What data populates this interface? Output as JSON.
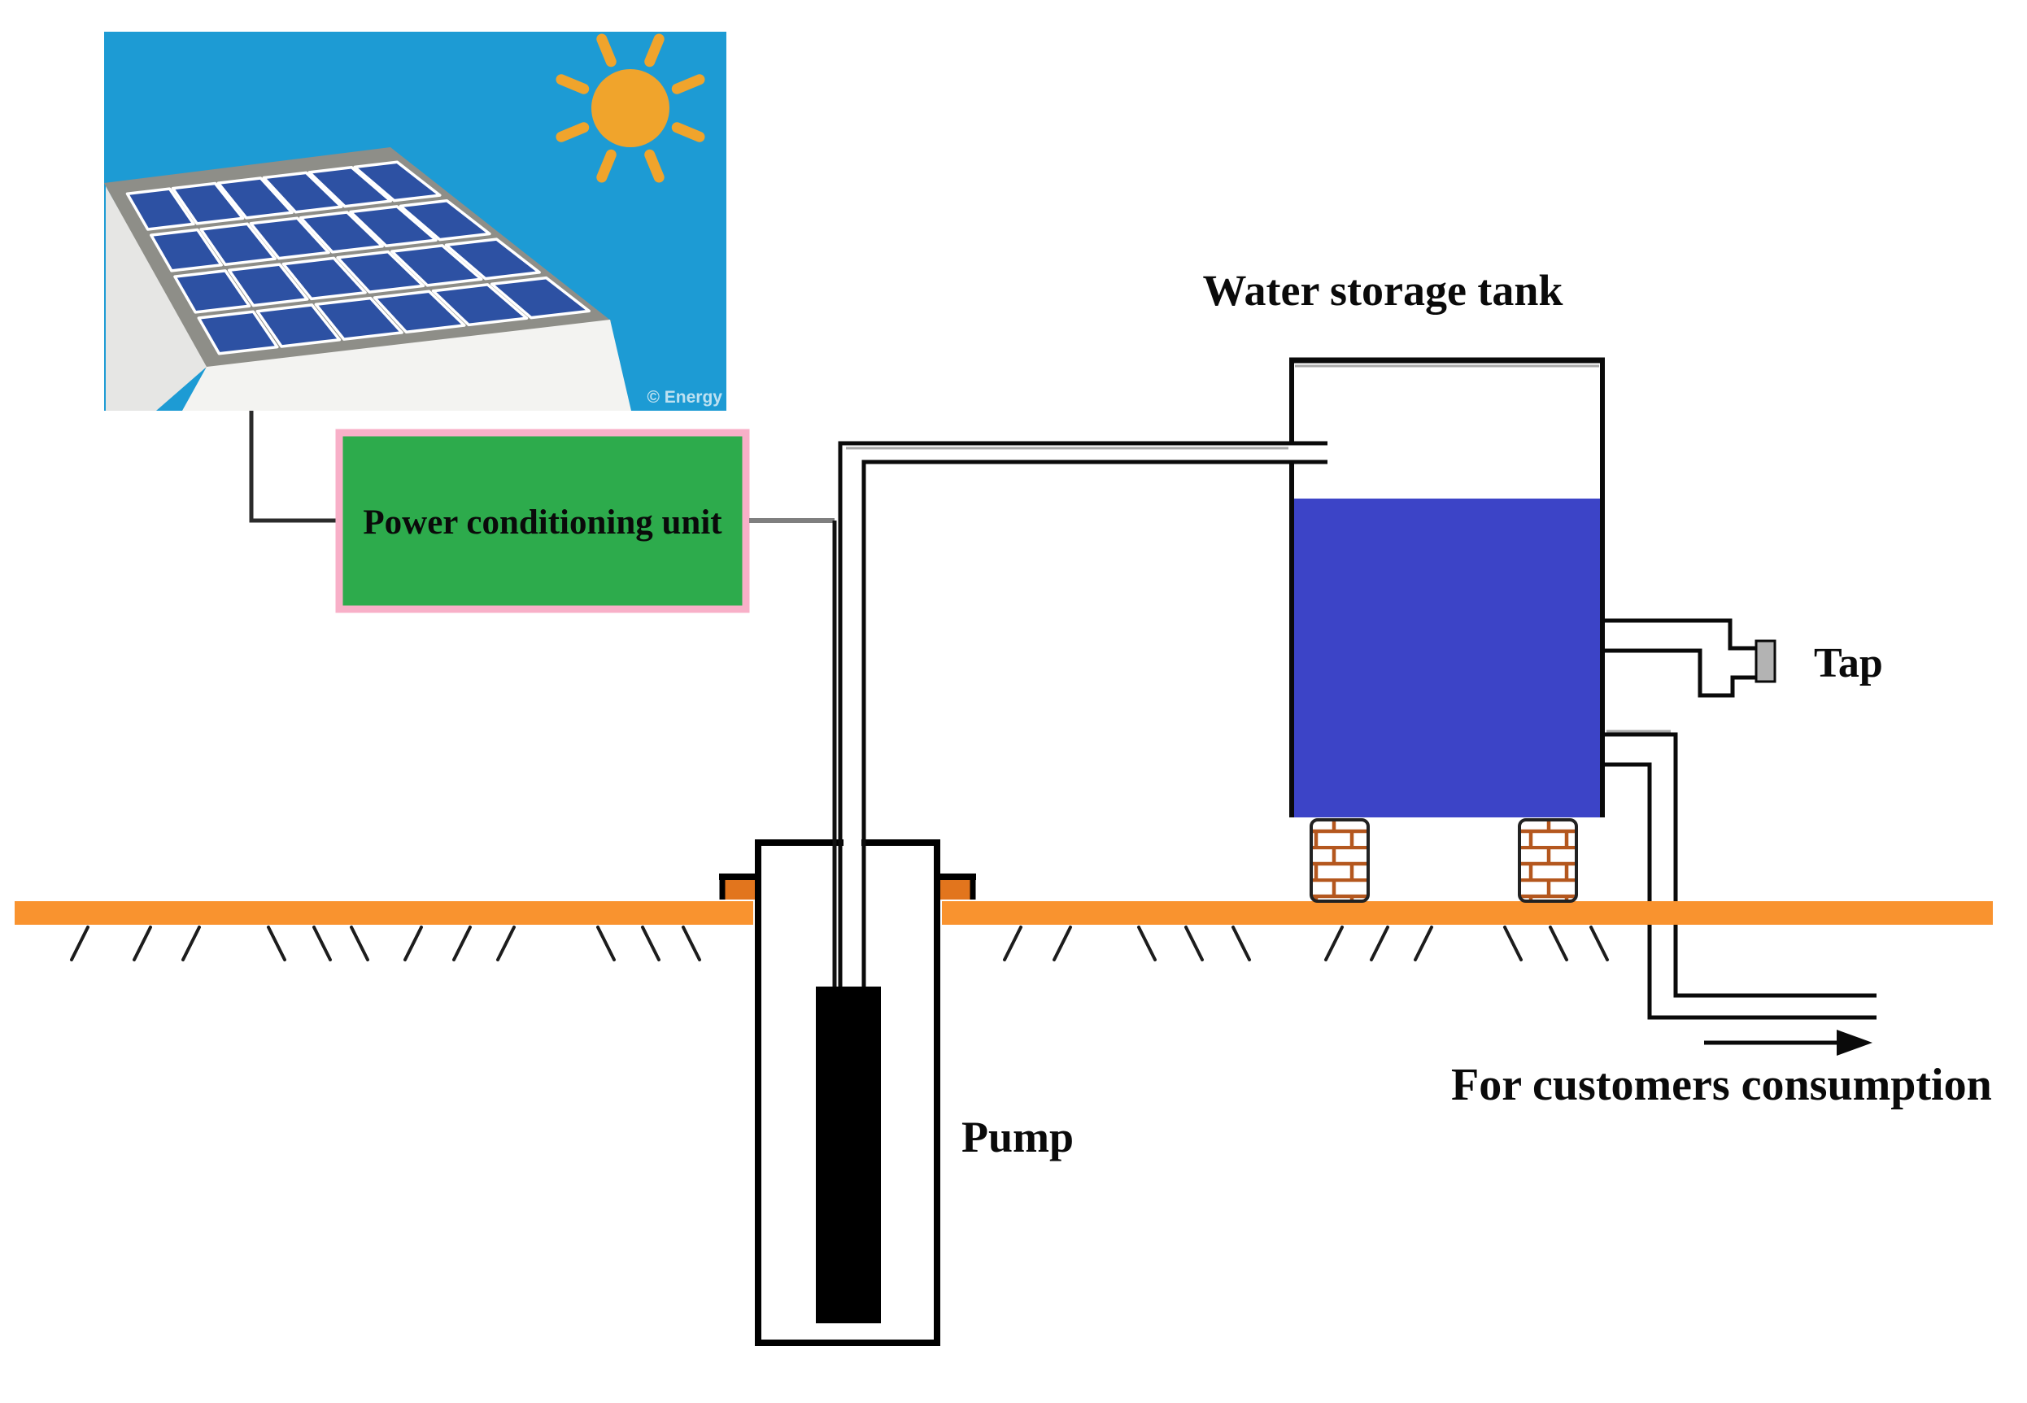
{
  "labels": {
    "water_tank": "Water storage tank",
    "tap": "Tap",
    "pump": "Pump",
    "consumption": "For customers consumption",
    "pcu": "Power conditioning unit",
    "watermark": "© Energy"
  },
  "colors": {
    "sky": "#1d9bd4",
    "sun": "#f0a42c",
    "panel_cell": "#2d51a3",
    "roof": "#8e8e88",
    "building_front": "#f3f3f1",
    "building_gable": "#e6e6e4",
    "water": "#3c44c7",
    "ground_band": "#f9932f",
    "ground_collar": "#e2751d",
    "pcu_fill": "#2dab4c",
    "pcu_border": "#f8b0c8",
    "pcu_text": "#8e1326",
    "brick_mortar": "#b4571e",
    "pump_fill": "#000000",
    "tap_head": "#b3b3b3",
    "wire_gray": "#7f7f7f",
    "line": "#0a0a0a"
  }
}
